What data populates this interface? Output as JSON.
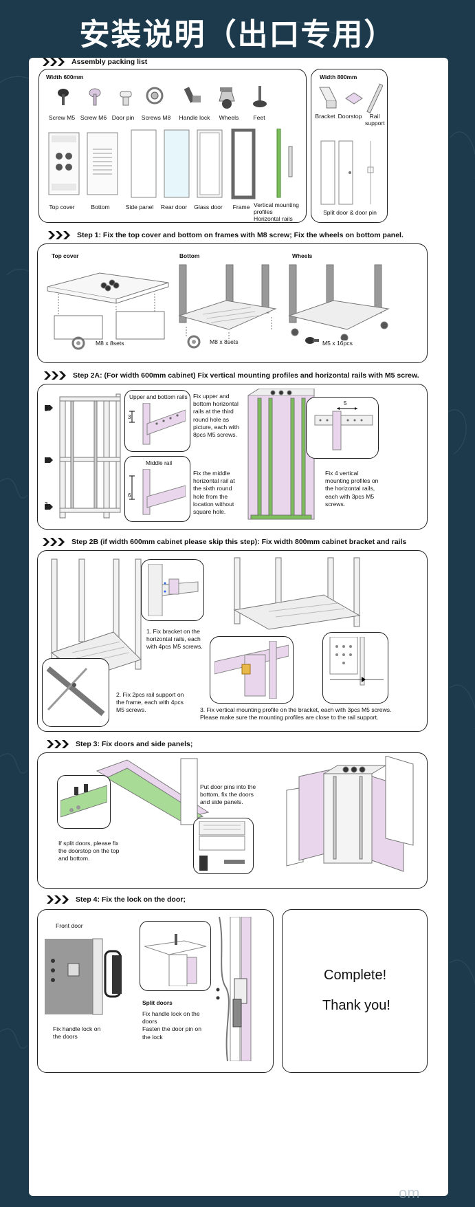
{
  "title": "安装说明（出口专用）",
  "packing": {
    "header": "Assembly packing list",
    "w600_label": "Width 600mm",
    "w800_label": "Width 800mm",
    "items600_row1": [
      "Screw M5",
      "Screw M6",
      "Door pin",
      "Screws M8",
      "Handle lock",
      "Wheels",
      "Feet"
    ],
    "items600_row2": [
      "Top cover",
      "Bottom",
      "Side panel",
      "Rear door",
      "Glass door",
      "Frame",
      "Vertical mounting profiles\nHorizontal rails"
    ],
    "items800_row1": [
      "Bracket",
      "Doorstop",
      "Rail support"
    ],
    "items800_row2": "Split door & door pin"
  },
  "step1": {
    "header": "Step 1: Fix the top cover and bottom on frames with M8 screw; Fix the wheels on bottom panel.",
    "labels": [
      "Top cover",
      "Bottom",
      "Wheels"
    ],
    "qty": [
      "M8 x 8sets",
      "M8 x 8sets",
      "M5 x 16pcs"
    ]
  },
  "step2a": {
    "header": "Step 2A: (For width 600mm cabinet) Fix vertical mounting profiles and horizontal rails with M5 screw.",
    "sub1": "Upper and bottom rails",
    "sub2": "Middle rail",
    "dim3a": "3",
    "dim3b": "3",
    "dim3c": "3",
    "dim6": "6",
    "dim5": "5",
    "text1": "Fix upper and bottom horizontal rails at the third round hole as picture, each with 8pcs M5 screws.",
    "text2": "Fix the middle horizontal rail at the sixth round hole from the location without square hole.",
    "text3": "Fix 4 vertical mounting profiles on the horizontal rails, each with 3pcs M5 screws."
  },
  "step2b": {
    "header": "Step 2B (if width 600mm cabinet please skip this step): Fix width 800mm cabinet bracket and rails",
    "text1": "1. Fix bracket on the horizontal rails, each with 4pcs M5 screws.",
    "text2": "2. Fix 2pcs rail support on the frame, each with 4pcs M5 screws.",
    "text3": "3. Fix vertical mounting profile on the bracket, each with 3pcs M5 screws.\nPlease make sure the mounting profiles are close to the rail support."
  },
  "step3": {
    "header": "Step 3: Fix doors and side panels;",
    "text1": "Put door pins into the bottom, fix the doors and side panels.",
    "text2": "If split doors, please fix the doorstop on the top and bottom."
  },
  "step4": {
    "header": "Step 4: Fix the lock on the door;",
    "front_door": "Front door",
    "text1": "Fix handle lock on the doors",
    "split_doors": "Split doors",
    "text2": "Fix handle lock on the doors\nFasten the door pin on the lock",
    "complete": "Complete!",
    "thanks": "Thank you!"
  },
  "watermark": "om",
  "colors": {
    "background": "#1c3a4c",
    "panel": "#ffffff",
    "accent_green": "#7cbf5a",
    "accent_pink": "#e9d5ec"
  }
}
